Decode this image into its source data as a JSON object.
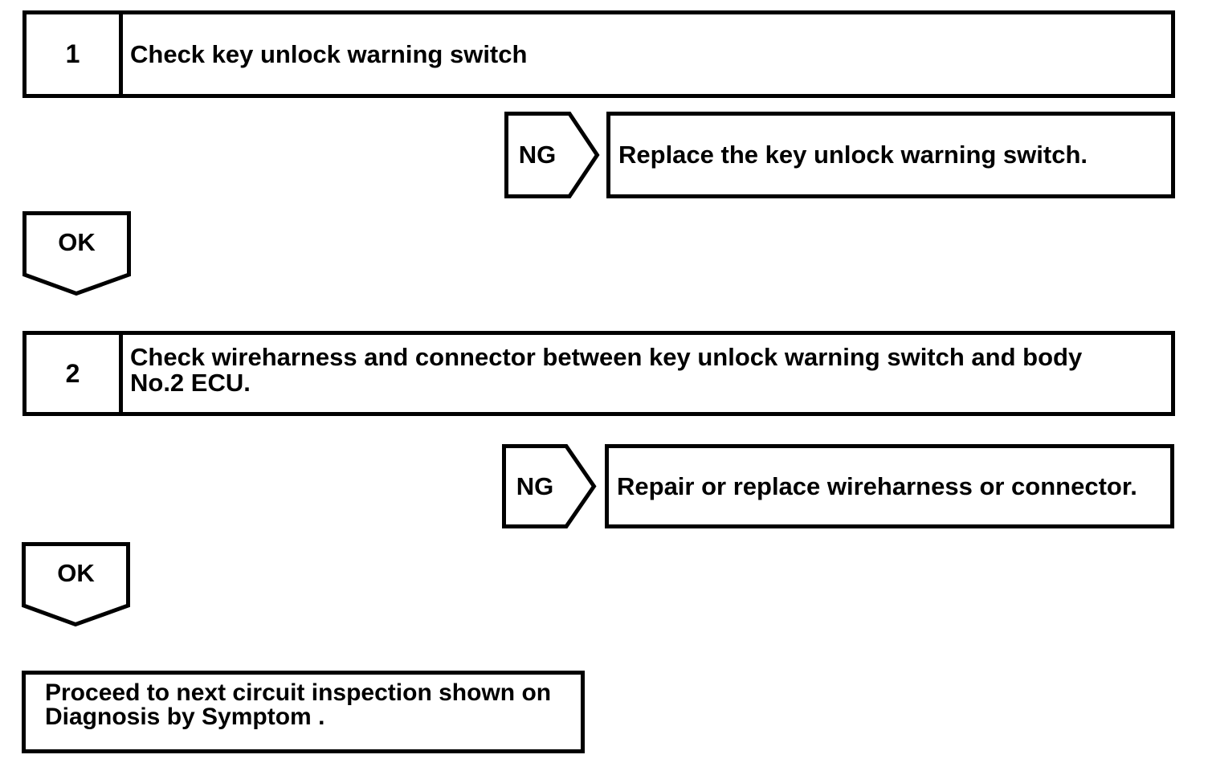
{
  "page": {
    "background_color": "#ffffff",
    "ink_color": "#000000"
  },
  "flow": {
    "step1": {
      "number": "1",
      "title": "Check key unlock warning switch",
      "ng": {
        "label": "NG",
        "action": "Replace the key unlock warning switch."
      },
      "ok": {
        "label": "OK"
      }
    },
    "step2": {
      "number": "2",
      "title_lines": [
        "Check wireharness and connector between key unlock warning switch and body",
        "No.2 ECU."
      ],
      "ng": {
        "label": "NG",
        "action": "Repair or replace wireharness or connector."
      },
      "ok": {
        "label": "OK"
      }
    },
    "result": {
      "lines": [
        "Proceed to next circuit inspection shown on",
        "Diagnosis by Symptom ."
      ]
    }
  }
}
